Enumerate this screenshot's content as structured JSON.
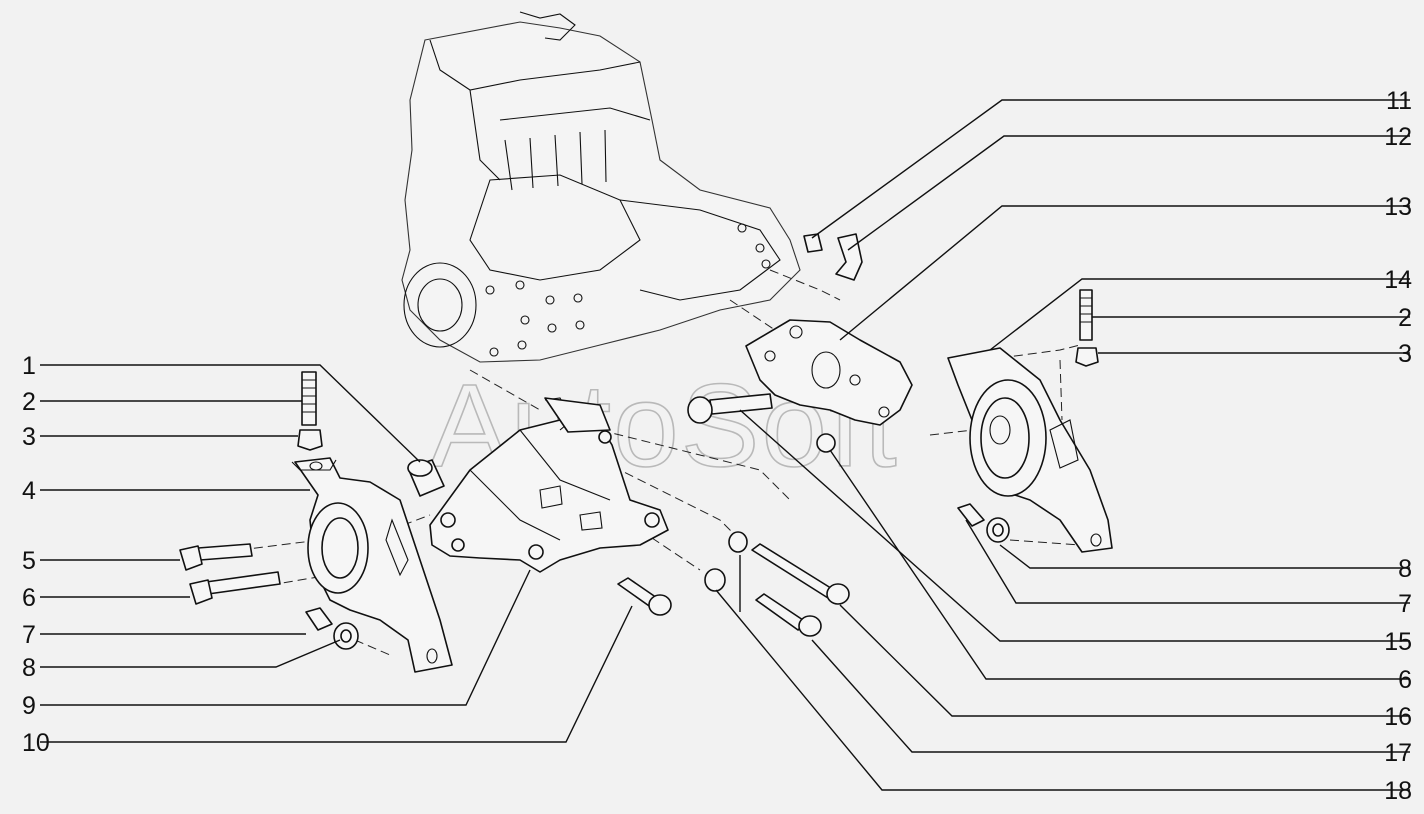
{
  "watermark": "AutoSoft",
  "callouts_left": [
    "1",
    "2",
    "3",
    "4",
    "5",
    "6",
    "7",
    "8",
    "9",
    "10"
  ],
  "callouts_right": [
    "11",
    "12",
    "13",
    "14",
    "2",
    "3",
    "8",
    "7",
    "15",
    "6",
    "16",
    "17",
    "18"
  ]
}
